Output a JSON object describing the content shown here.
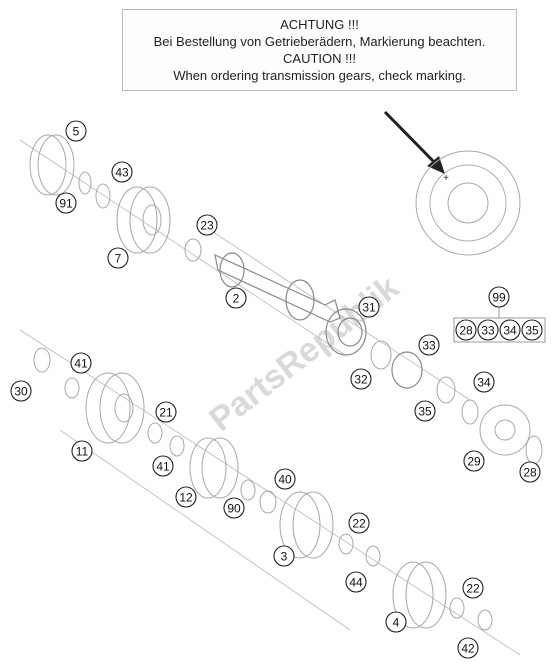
{
  "notice": {
    "line1": "ACHTUNG !!!",
    "line2": "Bei Bestellung von Getrieberädern, Markierung beachten.",
    "line3": "CAUTION !!!",
    "line4": "When ordering transmission gears, check marking."
  },
  "watermark": "PartsRepublik",
  "callouts": [
    "5",
    "43",
    "91",
    "7",
    "23",
    "2",
    "31",
    "99",
    "28",
    "33",
    "34",
    "35",
    "41",
    "30",
    "11",
    "21",
    "41",
    "12",
    "90",
    "40",
    "3",
    "22",
    "44",
    "4",
    "22",
    "42",
    "32",
    "33",
    "35",
    "34",
    "29",
    "28"
  ]
}
